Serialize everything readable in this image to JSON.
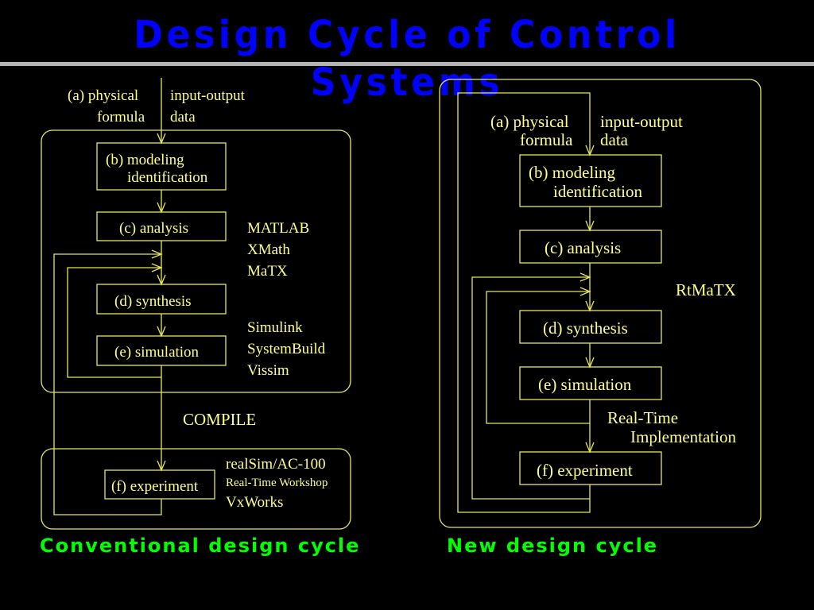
{
  "title": "Design Cycle of Control Systems",
  "left": {
    "caption": "Conventional design cycle",
    "input_physical_1": "(a)  physical",
    "input_physical_2": "formula",
    "input_data_1": "input-output",
    "input_data_2": "data",
    "modeling_1": "(b) modeling",
    "modeling_2": "identification",
    "analysis": "(c)  analysis",
    "synthesis": "(d)  synthesis",
    "simulation": "(e) simulation",
    "experiment": "(f) experiment",
    "compile": "COMPILE",
    "tools_analysis": [
      "MATLAB",
      "XMath",
      "MaTX"
    ],
    "tools_simulation": [
      "Simulink",
      "SystemBuild",
      "Vissim"
    ],
    "tools_experiment": [
      "realSim/AC-100",
      "Real-Time Workshop",
      "VxWorks"
    ]
  },
  "right": {
    "caption": "New design cycle",
    "input_physical_1": "(a) physical",
    "input_physical_2": "formula",
    "input_data_1": "input-output",
    "input_data_2": "data",
    "modeling_1": "(b) modeling",
    "modeling_2": "identification",
    "analysis": "(c)  analysis",
    "synthesis": "(d) synthesis",
    "simulation": "(e) simulation",
    "experiment": "(f) experiment",
    "tool": "RtMaTX",
    "realtime_1": "Real-Time",
    "realtime_2": "Implementation"
  },
  "colors": {
    "title": "#0000ff",
    "caption": "#00ff00",
    "lines": "#e6e65a",
    "text": "#ffff8c",
    "background": "#000000"
  }
}
